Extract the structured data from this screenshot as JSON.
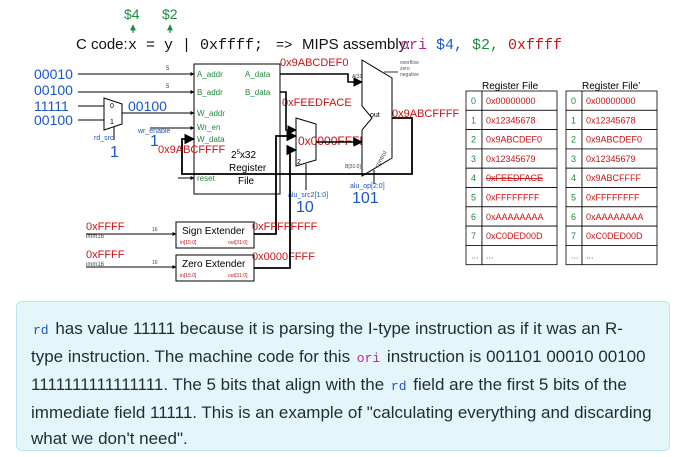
{
  "top": {
    "arrow_label_1": "$4",
    "arrow_label_2": "$2",
    "ccode_label": "C code:",
    "ccode_expr": "x = y | 0xffff;",
    "arrow": "=>",
    "mips_label": "MIPS assembly:",
    "instr": "ori",
    "op1": "$4,",
    "op2": "$2,",
    "op3": "0xffff"
  },
  "datapath": {
    "bits": [
      "00010",
      "00100",
      "11111",
      "00100"
    ],
    "mux_bits": [
      "00100"
    ],
    "rd_src_label": "rd_src",
    "rd_src_value": "1",
    "wr_enable_label": "wr_enable",
    "wr_enable_value": "1",
    "w_data_value": "0x9ABCFFFF",
    "a_data_value": "0x9ABCDEF0",
    "b_data_value": "0xFEEDFACE",
    "mux_out_value": "0x0000FFFF",
    "alu_out_value": "0x9ABCFFFF",
    "alu_out_label": "out",
    "alu_op_label": "alu_op[2:0]",
    "alu_op_value": "101",
    "alu_src2_label": "alu_src2[1:0]",
    "alu_src2_value": "10",
    "rf_ports": [
      "A_addr",
      "B_addr",
      "W_addr",
      "Wr_en",
      "W_data",
      "reset"
    ],
    "rf_outputs": [
      "A_data",
      "B_data"
    ],
    "rf_title": "2⁵x32 Register File",
    "rf_title_line1": "2",
    "rf_title_sup": "5",
    "rf_title_line1b": "x32",
    "rf_title_line2": "Register",
    "rf_title_line3": "File",
    "sign_ext_label": "Sign Extender",
    "zero_ext_label": "Zero Extender",
    "ext_in": "in[15:0]",
    "ext_out": "out[31:0]",
    "imm16": "imm16",
    "imm_val_1": "0xFFFF",
    "imm_val_2": "0xFFFF",
    "sign_ext_out": "0xFFFFFFFF",
    "zero_ext_out": "0x0000FFFF",
    "alu_flags": [
      "overflow",
      "zero",
      "negative"
    ],
    "small_labels": [
      "16",
      "5",
      "32",
      "A[31:0]",
      "B[31:0]",
      "out[31:0]",
      "control"
    ]
  },
  "registers": {
    "left": {
      "title": "Register File",
      "indices": [
        "0",
        "1",
        "2",
        "3",
        "4",
        "5",
        "6",
        "7",
        "..."
      ],
      "values": [
        "0x00000000",
        "0x12345678",
        "0x9ABCDEF0",
        "0x12345679",
        "0xFEEDFACE",
        "0xFFFFFFFF",
        "0xAAAAAAAA",
        "0xC0DED00D",
        "..."
      ]
    },
    "right": {
      "title": "Register File’",
      "indices": [
        "0",
        "1",
        "2",
        "3",
        "4",
        "5",
        "6",
        "7",
        "..."
      ],
      "values": [
        "0x00000000",
        "0x12345678",
        "0x9ABCDEF0",
        "0x12345679",
        "0x9ABCFFFF",
        "0xFFFFFFFF",
        "0xAAAAAAAA",
        "0xC0DED00D",
        "..."
      ]
    }
  },
  "note": {
    "t1": "rd",
    "t2": " has value 11111 because it is parsing the I-type instruction as if it was an R-type instruction. The machine code for this ",
    "t3": "ori",
    "t4": " instruction is 001101 00010 00100 1111111111111111. The 5 bits that align with the ",
    "t5": "rd",
    "t6": " field are the first 5 bits of the immediate field 11111. This is an example of \"calculating everything and discarding what we don't need\"."
  },
  "colors": {
    "green": "#1e8a3c",
    "blue": "#1a56c7",
    "red": "#c81414",
    "pink": "#b3269c"
  }
}
